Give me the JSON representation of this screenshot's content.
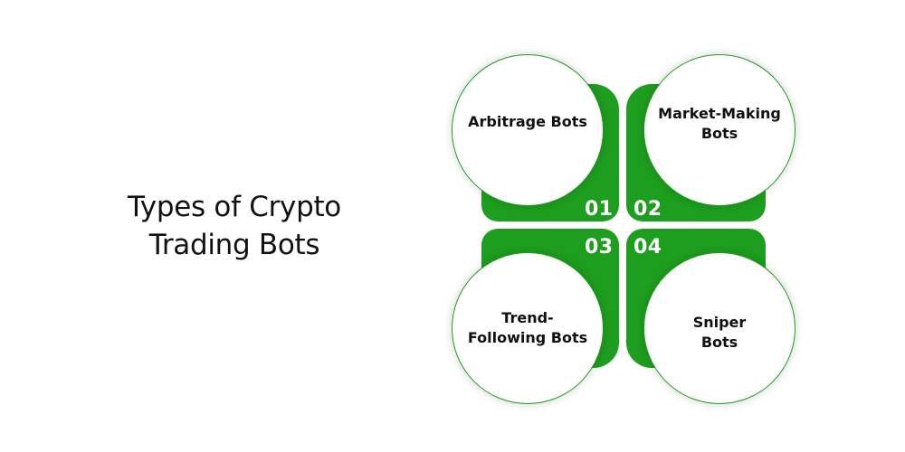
{
  "title": {
    "line1": "Types of Crypto",
    "line2": "Trading Bots"
  },
  "colors": {
    "accent": "#1e9e1e",
    "text": "#111111",
    "background": "#ffffff"
  },
  "items": [
    {
      "number": "01",
      "label_lines": [
        "Arbitrage Bots"
      ]
    },
    {
      "number": "02",
      "label_lines": [
        "Market-Making",
        "Bots"
      ]
    },
    {
      "number": "03",
      "label_lines": [
        "Trend-",
        "Following Bots"
      ]
    },
    {
      "number": "04",
      "label_lines": [
        "Sniper",
        "Bots"
      ]
    }
  ]
}
